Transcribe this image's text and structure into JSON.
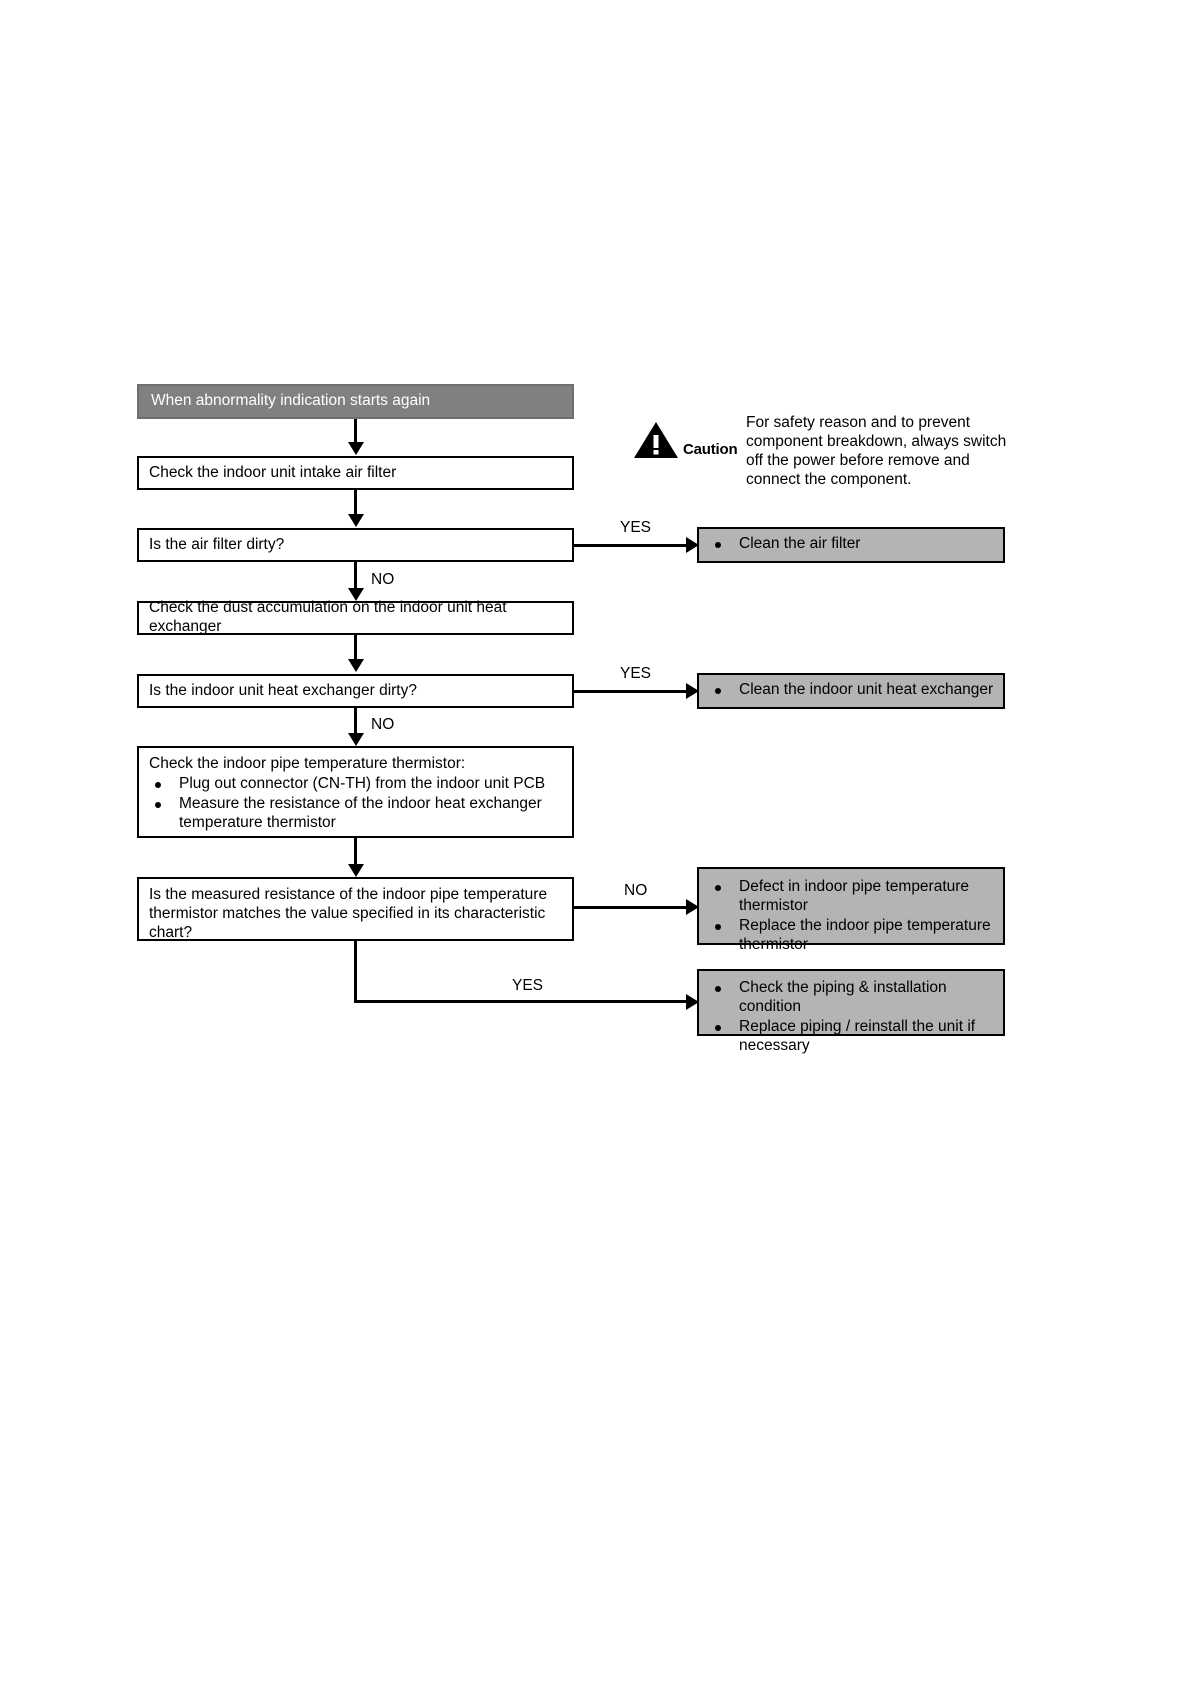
{
  "diagram": {
    "type": "troubleshooting-flowchart",
    "header": {
      "label": "When abnormality indication starts again"
    },
    "caution": {
      "icon": "warning-triangle-icon",
      "label": "Caution",
      "text": "For safety reason and to prevent component breakdown, always switch off the power before remove and connect the component."
    },
    "steps": [
      {
        "id": "check-air-filter",
        "label": "Check the indoor unit intake air filter"
      },
      {
        "id": "is-air-filter-dirty",
        "label": "Is the air filter dirty?"
      },
      {
        "id": "check-dust-accumulation",
        "label": "Check the dust accumulation on the indoor unit heat exchanger"
      },
      {
        "id": "is-heat-exchanger-dirty",
        "label": "Is the indoor unit heat exchanger dirty?"
      },
      {
        "id": "check-thermistor",
        "title": "Check the indoor pipe temperature thermistor:",
        "bullets": [
          "Plug out connector (CN-TH) from the indoor unit PCB",
          "Measure the resistance of the indoor heat exchanger temperature thermistor"
        ]
      },
      {
        "id": "is-resistance-matching",
        "label": "Is the measured resistance of the indoor pipe temperature thermistor matches the value specified in its characteristic chart?"
      }
    ],
    "results": [
      {
        "id": "clean-air-filter",
        "bullets": [
          "Clean the air filter"
        ]
      },
      {
        "id": "clean-heat-exchanger",
        "bullets": [
          "Clean the indoor unit heat exchanger"
        ]
      },
      {
        "id": "thermistor-defect",
        "bullets": [
          "Defect in indoor pipe temperature thermistor",
          "Replace the indoor pipe temperature thermistor"
        ]
      },
      {
        "id": "check-piping",
        "bullets": [
          "Check the piping & installation condition",
          "Replace piping / reinstall the unit if necessary"
        ]
      }
    ],
    "edge_labels": {
      "yes_1": "YES",
      "no_1": "NO",
      "yes_2": "YES",
      "no_2": "NO",
      "no_3": "NO",
      "yes_3": "YES"
    },
    "colors": {
      "header_fill": "#808080",
      "header_text": "#ffffff",
      "result_fill": "#b4b4b4",
      "line": "#000000",
      "page": "#ffffff"
    }
  }
}
